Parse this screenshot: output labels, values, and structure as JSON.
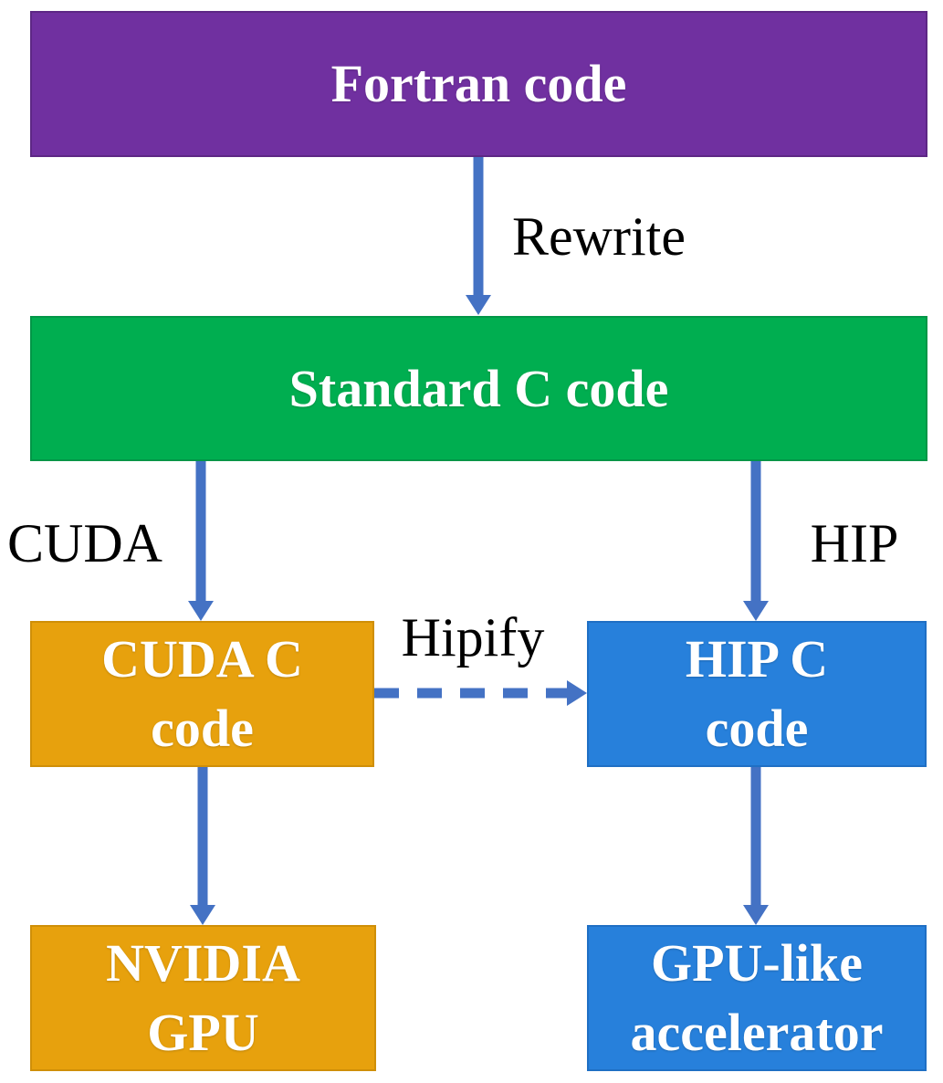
{
  "diagram": {
    "nodes": {
      "fortran": {
        "label": "Fortran code",
        "color": "#7030A0"
      },
      "standard_c": {
        "label": "Standard C code",
        "color": "#00AE50"
      },
      "cuda_c": {
        "label": "CUDA C\ncode",
        "color": "#E7A10D"
      },
      "hip_c": {
        "label": "HIP C\ncode",
        "color": "#2780DB"
      },
      "nvidia_gpu": {
        "label": "NVIDIA\nGPU",
        "color": "#E7A10D"
      },
      "gpu_like": {
        "label": "GPU-like\naccelerator",
        "color": "#2780DB"
      }
    },
    "edges": {
      "rewrite": {
        "label": "Rewrite",
        "from": "fortran",
        "to": "standard_c",
        "style": "solid"
      },
      "cuda": {
        "label": "CUDA",
        "from": "standard_c",
        "to": "cuda_c",
        "style": "solid"
      },
      "hip": {
        "label": "HIP",
        "from": "standard_c",
        "to": "hip_c",
        "style": "solid"
      },
      "hipify": {
        "label": "Hipify",
        "from": "cuda_c",
        "to": "hip_c",
        "style": "dashed"
      },
      "cuda_to_gpu": {
        "label": "",
        "from": "cuda_c",
        "to": "nvidia_gpu",
        "style": "solid"
      },
      "hip_to_accel": {
        "label": "",
        "from": "hip_c",
        "to": "gpu_like",
        "style": "solid"
      }
    },
    "colors": {
      "arrow": "#4472C4",
      "node_text": "#FFFFFF",
      "edge_label_text": "#000000",
      "background": "#FFFFFF"
    }
  }
}
